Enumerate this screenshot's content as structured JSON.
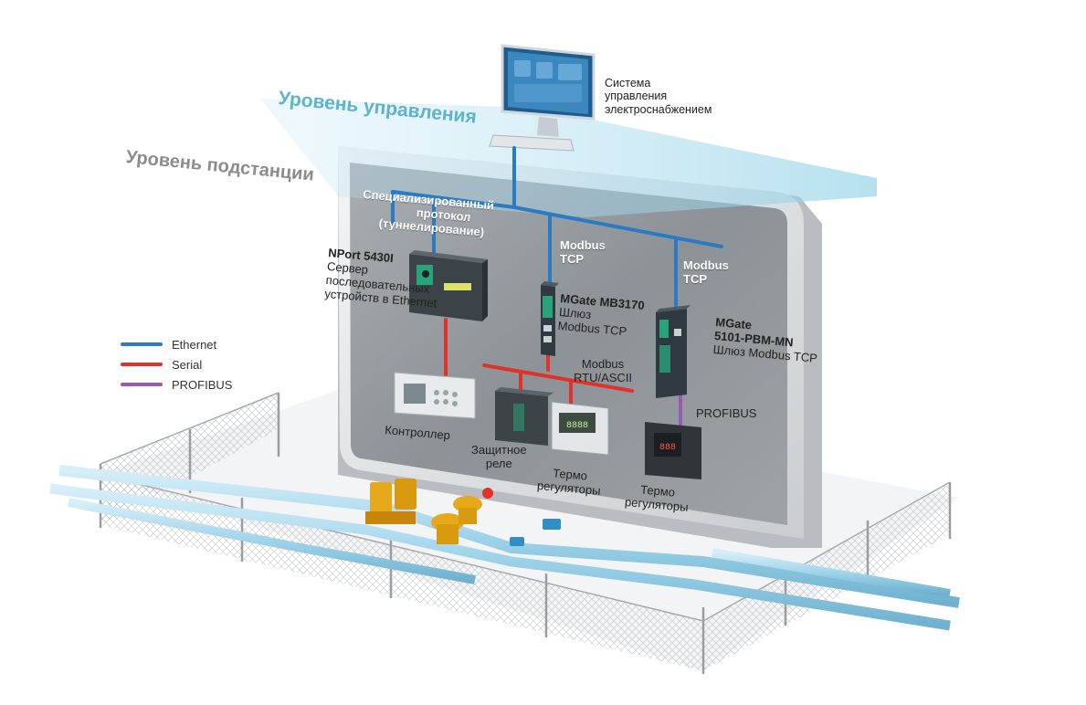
{
  "levels": {
    "control": "Уровень управления",
    "substation": "Уровень подстанции"
  },
  "scada": {
    "line1": "Система",
    "line2": "управления",
    "line3": "электроснабжением"
  },
  "protocols": {
    "tunnel_line1": "Специализированный",
    "tunnel_line2": "протокол",
    "tunnel_line3": "(туннелирование)",
    "modbus_tcp_a_1": "Modbus",
    "modbus_tcp_a_2": "TCP",
    "modbus_tcp_b_1": "Modbus",
    "modbus_tcp_b_2": "TCP",
    "modbus_rtu_1": "Modbus",
    "modbus_rtu_2": "RTU/ASCII",
    "profibus": "PROFIBUS"
  },
  "devices": {
    "nport_name": "NPort 5430I",
    "nport_l1": "Сервер",
    "nport_l2": "последовательных",
    "nport_l3": "устройств в Ethernet",
    "mb3170_name": "MGate MB3170",
    "mb3170_l1": "Шлюз",
    "mb3170_l2": "Modbus TCP",
    "pbm_name1": "MGate",
    "pbm_name2": "5101-PBM-MN",
    "pbm_l1": "Шлюз Modbus TCP",
    "controller": "Контроллер",
    "relay_l1": "Защитное",
    "relay_l2": "реле",
    "thermo1_l1": "Термо",
    "thermo1_l2": "регуляторы",
    "thermo2_l1": "Термо",
    "thermo2_l2": "регуляторы"
  },
  "legend": [
    {
      "label": "Ethernet",
      "color": "#2a7bc4"
    },
    {
      "label": "Serial",
      "color": "#e0322a"
    },
    {
      "label": "PROFIBUS",
      "color": "#9b59b6"
    }
  ],
  "colors": {
    "ethernet": "#2a7bc4",
    "serial": "#e0322a",
    "profibus": "#9b59b6",
    "control_level": "#5fb3cc",
    "cabinet": "#dcdfe2",
    "pipes": "#9fd3ea",
    "valves": "#e8a81c"
  }
}
